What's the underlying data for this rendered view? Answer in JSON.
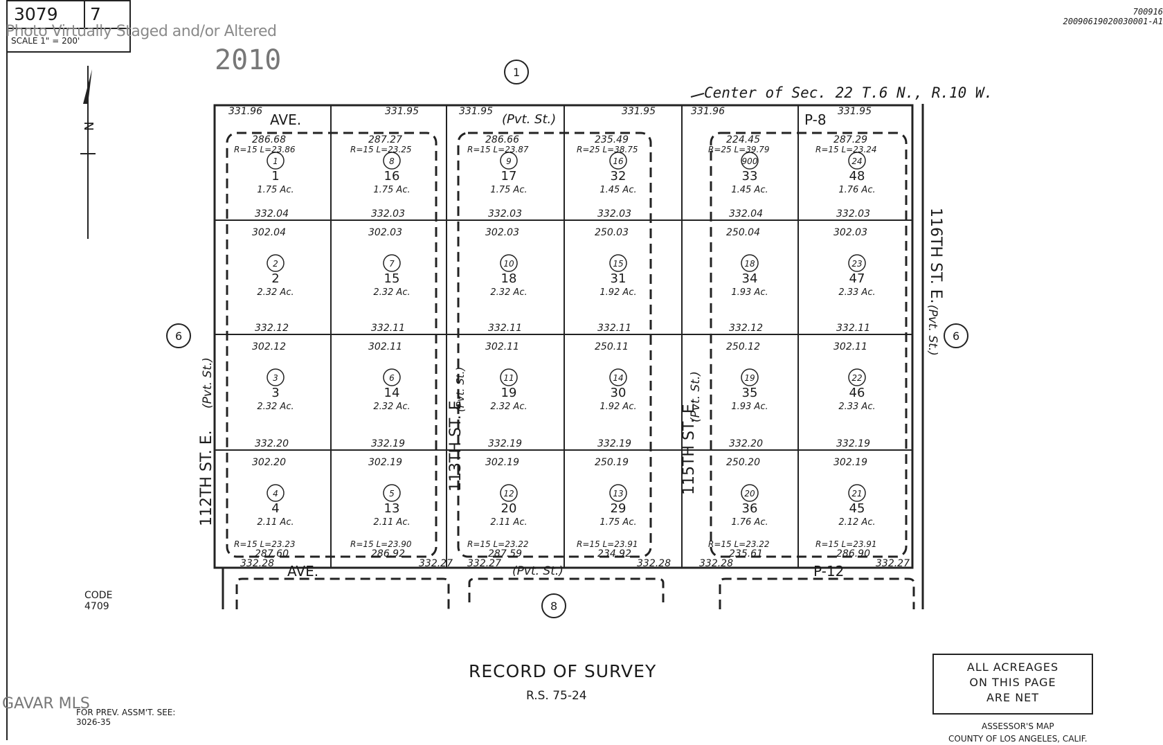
{
  "header": {
    "book_number": "3079",
    "page_number": "7",
    "scale_text": "SCALE 1\" = 200'",
    "overlay_notice": "Photo Virtually Staged and/or Altered",
    "year_stamp": "2010",
    "doc_number_line1": "700916",
    "doc_number_line2": "20090619020030001-A1",
    "section_note": "Center of Sec. 22 T.6 N., R.10 W."
  },
  "map_labels": {
    "top_page_ref": "1",
    "bottom_page_ref": "8",
    "left_page_ref": "6",
    "right_page_ref": "6",
    "north_letter": "N",
    "top_ave_left": "AVE.",
    "top_ave_mid": "(Pvt. St.)",
    "top_ave_right": "P-8",
    "bottom_ave_left": "AVE.",
    "bottom_ave_mid": "(Pvt. St.)",
    "bottom_ave_right": "P-12",
    "street_112": "112TH ST. E.",
    "street_113": "113TH ST. E.",
    "street_115": "115TH ST. E.",
    "street_116": "116TH ST. E.",
    "pvt_left": "(Pvt. St.)",
    "pvt_113": "(Pvt. St.)",
    "pvt_115": "(Pvt. St.)",
    "pvt_right": "(Pvt. St.)",
    "top_dims": [
      "331.96",
      "331.95",
      "331.95",
      "331.95",
      "331.96",
      "331.95"
    ],
    "bottom_dims": [
      "332.28",
      "332.27",
      "332.27",
      "332.28",
      "332.28",
      "332.27"
    ],
    "lots": [
      {
        "circle": "1",
        "lot": "1",
        "acres": "1.75 Ac.",
        "top": "286.68",
        "curve": "R=15 L=23.86"
      },
      {
        "circle": "8",
        "lot": "16",
        "acres": "1.75 Ac.",
        "top": "287.27",
        "curve": "R=15 L=23.25"
      },
      {
        "circle": "9",
        "lot": "17",
        "acres": "1.75 Ac.",
        "top": "286.66",
        "curve": "R=15 L=23.87"
      },
      {
        "circle": "16",
        "lot": "32",
        "acres": "1.45 Ac.",
        "top": "235.49",
        "curve": "R=25 L=38.75"
      },
      {
        "circle": "900",
        "lot": "33",
        "acres": "1.45 Ac.",
        "top": "224.45",
        "curve": "R=25 L=39.79"
      },
      {
        "circle": "24",
        "lot": "48",
        "acres": "1.76 Ac.",
        "top": "287.29",
        "curve": "R=15 L=23.24"
      },
      {
        "circle": "2",
        "lot": "2",
        "acres": "2.32 Ac.",
        "top": "302.04",
        "curve": ""
      },
      {
        "circle": "7",
        "lot": "15",
        "acres": "2.32 Ac.",
        "top": "302.03",
        "curve": ""
      },
      {
        "circle": "10",
        "lot": "18",
        "acres": "2.32 Ac.",
        "top": "302.03",
        "curve": ""
      },
      {
        "circle": "15",
        "lot": "31",
        "acres": "1.92 Ac.",
        "top": "250.03",
        "curve": ""
      },
      {
        "circle": "18",
        "lot": "34",
        "acres": "1.93 Ac.",
        "top": "250.04",
        "curve": ""
      },
      {
        "circle": "23",
        "lot": "47",
        "acres": "2.33 Ac.",
        "top": "302.03",
        "curve": ""
      },
      {
        "circle": "3",
        "lot": "3",
        "acres": "2.32 Ac.",
        "top": "302.12",
        "curve": ""
      },
      {
        "circle": "6",
        "lot": "14",
        "acres": "2.32 Ac.",
        "top": "302.11",
        "curve": ""
      },
      {
        "circle": "11",
        "lot": "19",
        "acres": "2.32 Ac.",
        "top": "302.11",
        "curve": ""
      },
      {
        "circle": "14",
        "lot": "30",
        "acres": "1.92 Ac.",
        "top": "250.11",
        "curve": ""
      },
      {
        "circle": "19",
        "lot": "35",
        "acres": "1.93 Ac.",
        "top": "250.12",
        "curve": ""
      },
      {
        "circle": "22",
        "lot": "46",
        "acres": "2.33 Ac.",
        "top": "302.11",
        "curve": ""
      },
      {
        "circle": "4",
        "lot": "4",
        "acres": "2.11 Ac.",
        "top": "302.20",
        "curve": "R=15 L=23.23"
      },
      {
        "circle": "5",
        "lot": "13",
        "acres": "2.11 Ac.",
        "top": "302.19",
        "curve": "R=15 L=23.90"
      },
      {
        "circle": "12",
        "lot": "20",
        "acres": "2.11 Ac.",
        "top": "302.19",
        "curve": "R=15 L=23.22"
      },
      {
        "circle": "13",
        "lot": "29",
        "acres": "1.75 Ac.",
        "top": "250.19",
        "curve": "R=15 L=23.91"
      },
      {
        "circle": "20",
        "lot": "36",
        "acres": "1.76 Ac.",
        "top": "250.20",
        "curve": "R=15 L=23.22"
      },
      {
        "circle": "21",
        "lot": "45",
        "acres": "2.12 Ac.",
        "top": "302.19",
        "curve": "R=15 L=23.91"
      }
    ],
    "row_dims": [
      [
        "332.04",
        "332.03",
        "332.03",
        "332.03",
        "332.04",
        "332.03"
      ],
      [
        "332.12",
        "332.11",
        "332.11",
        "332.11",
        "332.12",
        "332.11"
      ],
      [
        "332.20",
        "332.19",
        "332.19",
        "332.19",
        "332.20",
        "332.19"
      ]
    ],
    "bottom_lot_widths": [
      "287.60",
      "286.92",
      "287.59",
      "234.92",
      "235.61",
      "286.90"
    ]
  },
  "footer": {
    "code_label": "CODE",
    "code_value": "4709",
    "title": "RECORD OF SURVEY",
    "rs_number": "R.S. 75-24",
    "note_line1": "ALL ACREAGES",
    "note_line2": "ON THIS PAGE",
    "note_line3": "ARE NET",
    "watermark": "GAVAR MLS",
    "prev_assmt_label": "FOR PREV. ASSM'T. SEE:",
    "prev_assmt_ref": "3026-35",
    "assessor_line1": "ASSESSOR'S MAP",
    "assessor_line2": "COUNTY OF LOS ANGELES, CALIF."
  }
}
